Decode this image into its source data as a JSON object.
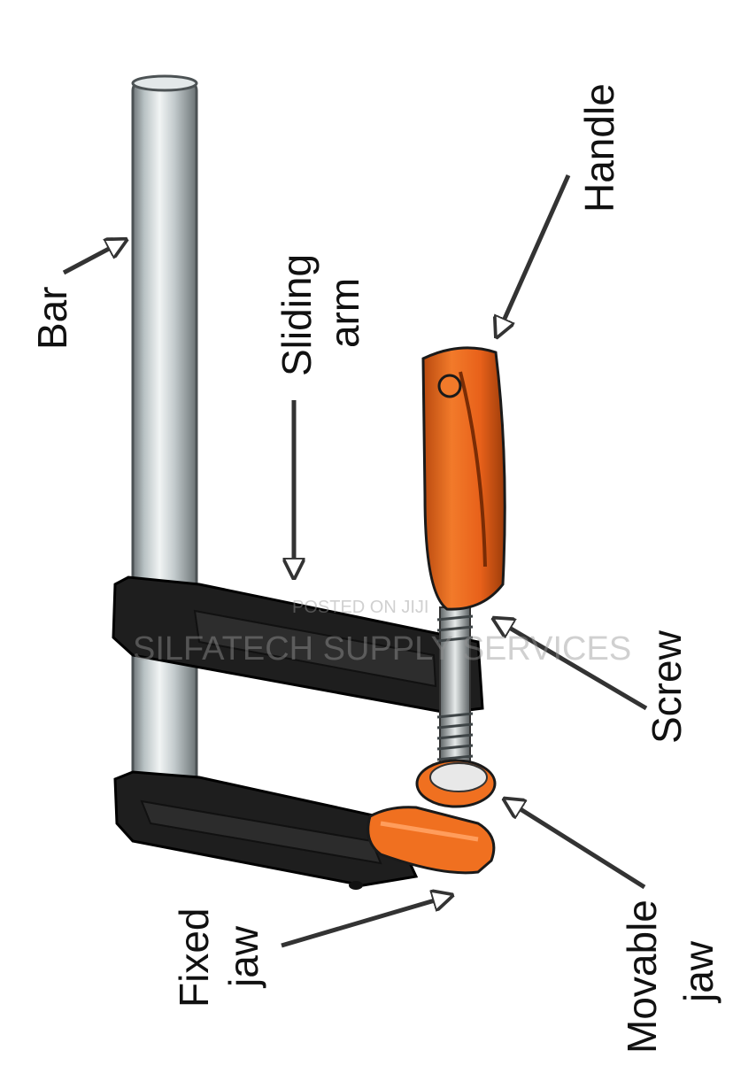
{
  "labels": {
    "bar": "Bar",
    "sliding_arm_line1": "Sliding",
    "sliding_arm_line2": "arm",
    "handle": "Handle",
    "screw": "Screw",
    "fixed_jaw_line1": "Fixed",
    "fixed_jaw_line2": "jaw",
    "movable_jaw_line1": "Movable",
    "movable_jaw_line2": "jaw"
  },
  "watermark": {
    "line1": "POSTED ON JIJI",
    "line2": "SILFATECH SUPPLY SERVICES"
  },
  "colors": {
    "bar_metal": "#c9d3d6",
    "arm_black": "#1e1e1e",
    "handle_orange": "#ee6a1c",
    "jaw_orange": "#f07020",
    "label_text": "#111111"
  }
}
